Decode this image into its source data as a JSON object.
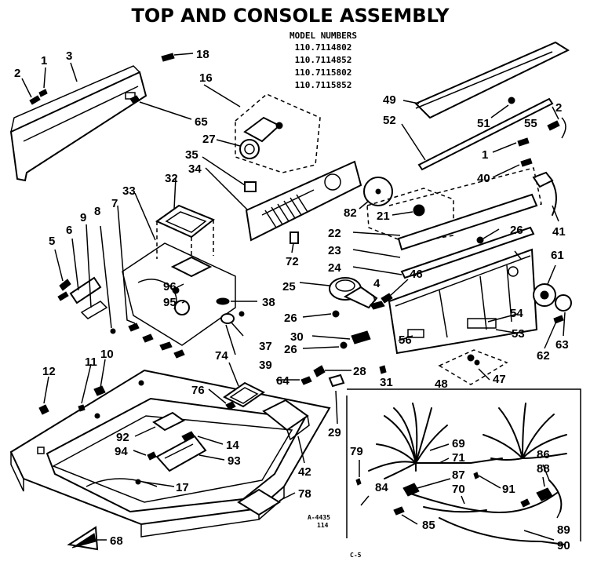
{
  "header": {
    "title": "TOP AND CONSOLE ASSEMBLY",
    "model_heading": "MODEL NUMBERS",
    "model_numbers": [
      "110.7114802",
      "110.7114852",
      "110.7115802",
      "110.7115852"
    ]
  },
  "callouts": {
    "c1": "1",
    "c2": "2",
    "c3": "3",
    "c18": "18",
    "c16": "16",
    "c65": "65",
    "c27": "27",
    "c35": "35",
    "c34": "34",
    "c72": "72",
    "c82": "82",
    "c21": "21",
    "c49": "49",
    "c52": "52",
    "c51": "51",
    "c2b": "2",
    "c55": "55",
    "c1b": "1",
    "c40": "40",
    "c41": "41",
    "c22": "22",
    "c23": "23",
    "c24": "24",
    "c26a": "26",
    "c61": "61",
    "c25": "25",
    "c4": "4",
    "c46": "46",
    "c26b": "26",
    "c30": "30",
    "c26c": "26",
    "c54": "54",
    "c53": "53",
    "c56": "56",
    "c62": "62",
    "c63": "63",
    "c28": "28",
    "c64": "64",
    "c31": "31",
    "c48": "48",
    "c47": "47",
    "c33": "33",
    "c32": "32",
    "c5": "5",
    "c6": "6",
    "c9": "9",
    "c8": "8",
    "c7": "7",
    "c96": "96",
    "c95": "95",
    "c38": "38",
    "c37": "37",
    "c39": "39",
    "c74": "74",
    "c76": "76",
    "c12": "12",
    "c11": "11",
    "c10": "10",
    "c92": "92",
    "c94": "94",
    "c14": "14",
    "c93": "93",
    "c17": "17",
    "c42": "42",
    "c29": "29",
    "c78": "78",
    "c68": "68",
    "c79": "79",
    "c69": "69",
    "c71": "71",
    "c86": "86",
    "c88": "88",
    "c87": "87",
    "c70": "70",
    "c84": "84",
    "c91": "91",
    "c85": "85",
    "c89": "89",
    "c90": "90"
  },
  "footer": {
    "drawing_ref": "A-4435",
    "drawing_sub": "114",
    "page_ref": "C-5"
  }
}
